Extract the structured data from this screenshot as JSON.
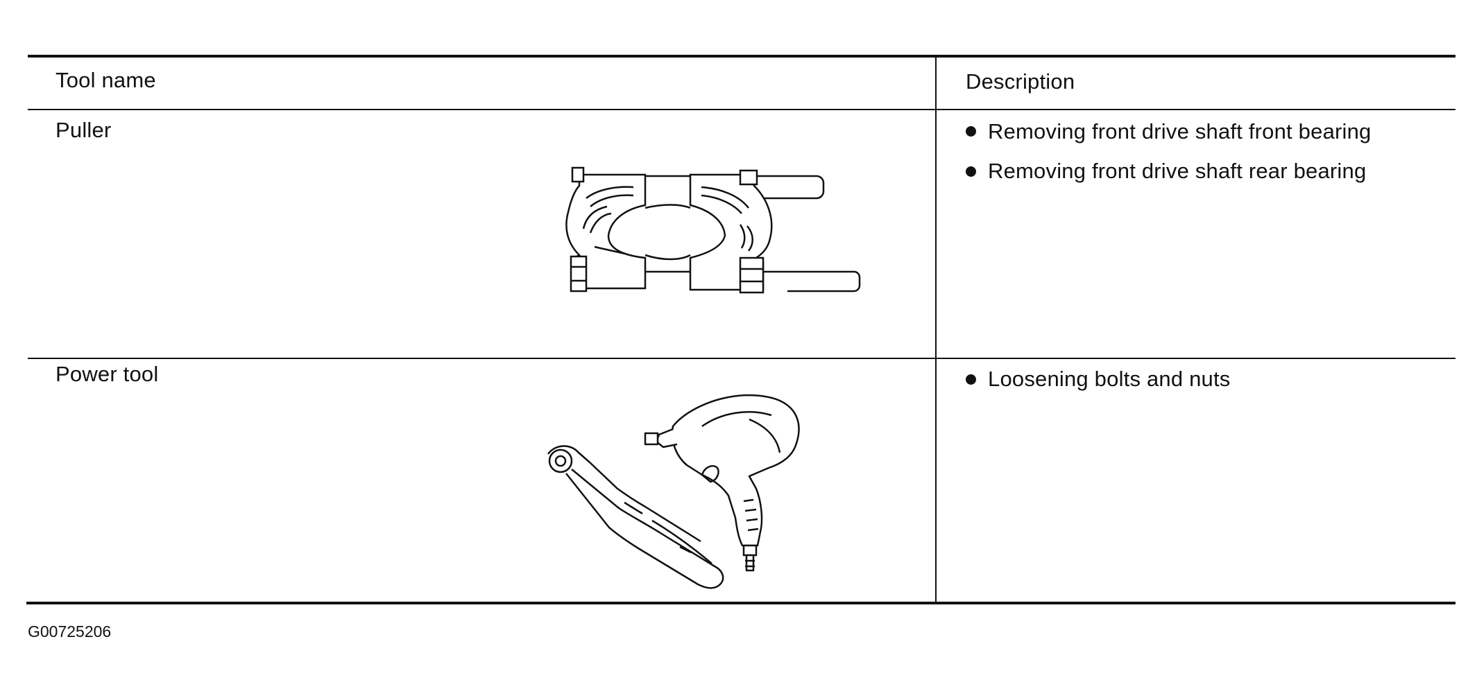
{
  "table": {
    "headers": {
      "tool_name": "Tool name",
      "description": "Description"
    },
    "rows": [
      {
        "tool_name": "Puller",
        "illustration": "bearing-puller-icon",
        "descriptions": [
          "Removing front drive shaft front bearing",
          "Removing front drive shaft rear bearing"
        ]
      },
      {
        "tool_name": "Power tool",
        "illustration": "air-ratchet-and-impact-wrench-icon",
        "descriptions": [
          "Loosening bolts and nuts"
        ]
      }
    ]
  },
  "figure_code": "G00725206"
}
